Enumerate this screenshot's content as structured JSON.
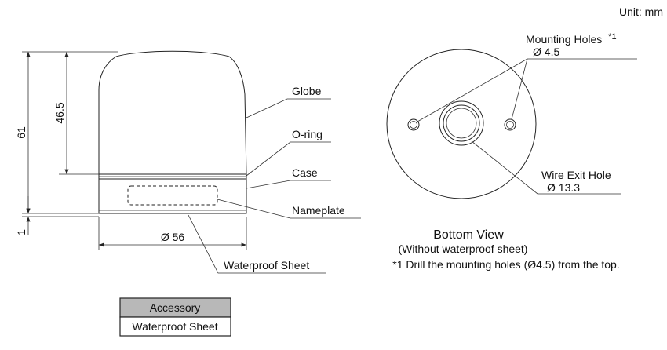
{
  "unit_label": "Unit: mm",
  "side_view": {
    "dim_total_height": "61",
    "dim_globe_height": "46.5",
    "dim_base": "1",
    "dim_diameter": "Ø  56",
    "label_globe": "Globe",
    "label_oring": "O-ring",
    "label_case": "Case",
    "label_nameplate": "Nameplate",
    "label_waterproof_sheet": "Waterproof Sheet"
  },
  "bottom_view": {
    "label_mounting_holes": "Mounting Holes",
    "mounting_note_mark": "*1",
    "dim_mounting_hole": "Ø  4.5",
    "label_wire_exit": "Wire Exit Hole",
    "dim_wire_exit": "Ø 13.3",
    "title": "Bottom View",
    "subtitle": "(Without waterproof sheet)",
    "note": "*1 Drill the mounting holes (Ø4.5) from the top."
  },
  "accessory_table": {
    "header": "Accessory",
    "item": "Waterproof Sheet",
    "header_bg": "#b8b8b8"
  }
}
